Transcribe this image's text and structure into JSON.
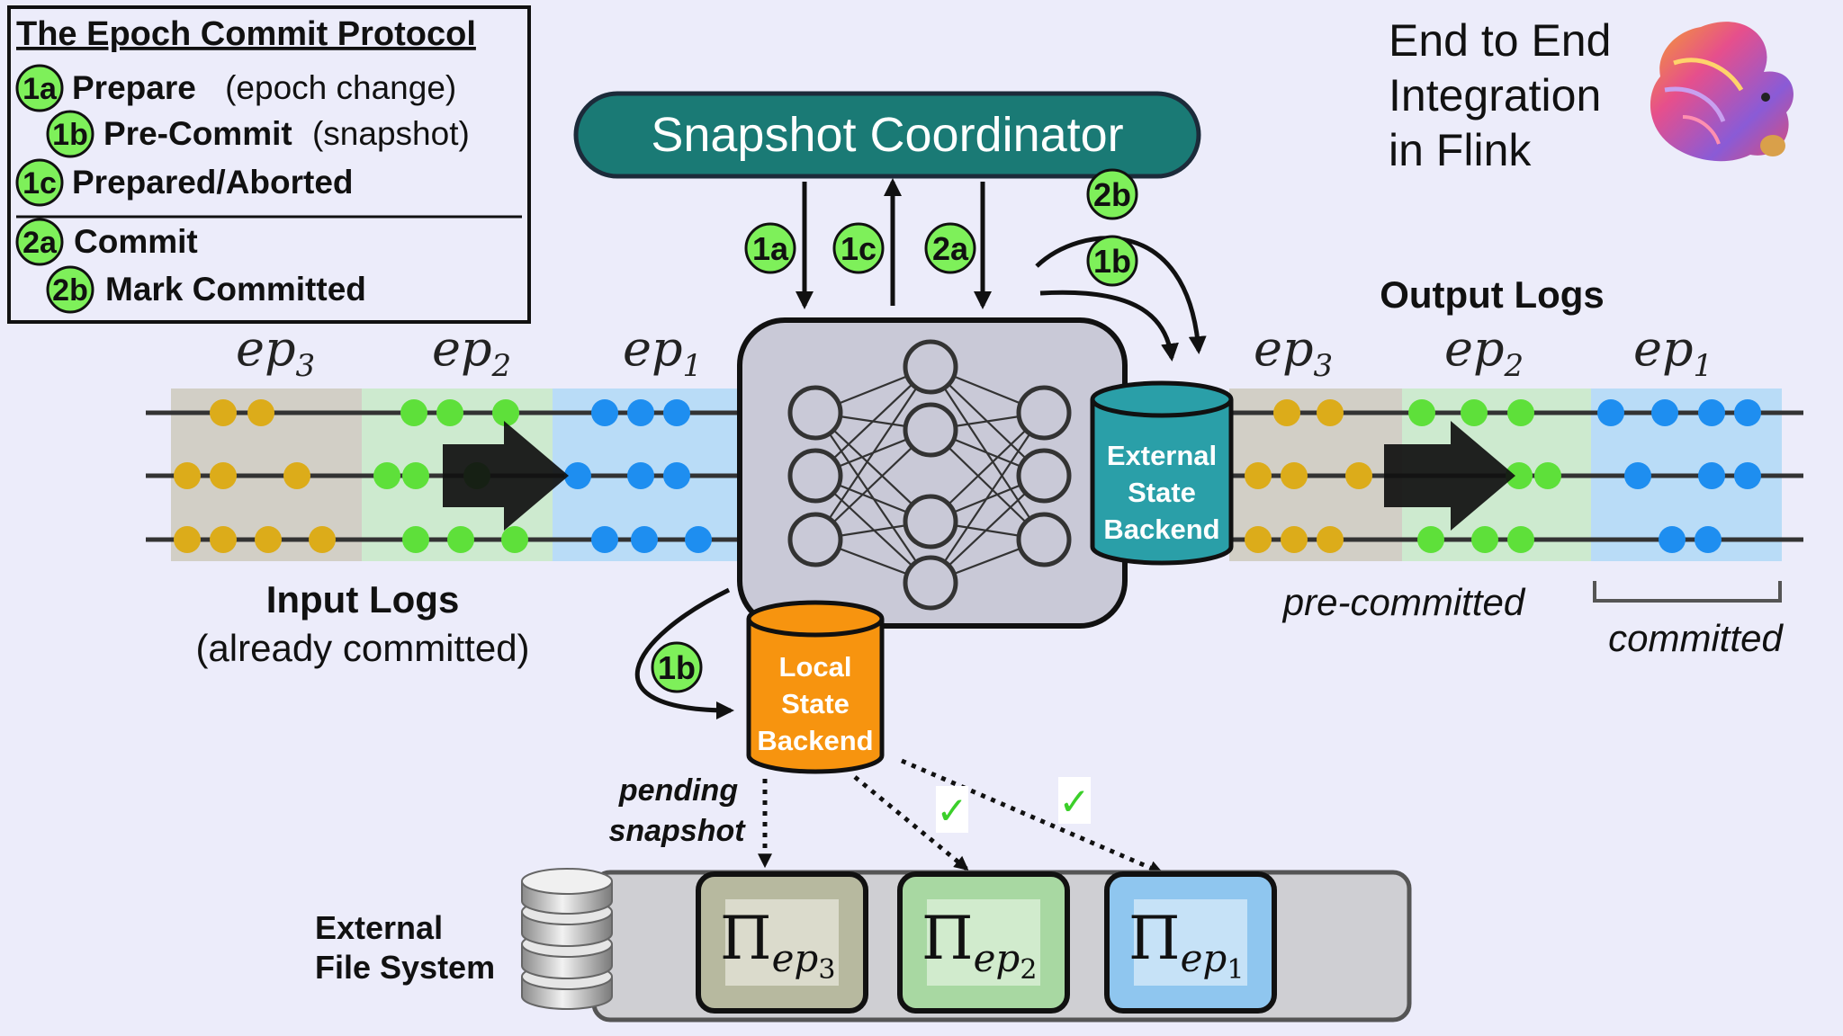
{
  "legend": {
    "title": "The Epoch Commit Protocol",
    "items": [
      {
        "badge": "1a",
        "bold": "Prepare",
        "normal": "(epoch change)"
      },
      {
        "badge": "1b",
        "bold": "Pre-Commit",
        "normal": "(snapshot)"
      },
      {
        "badge": "1c",
        "bold": "Prepared/Aborted",
        "normal": ""
      },
      {
        "badge": "2a",
        "bold": "Commit",
        "normal": ""
      },
      {
        "badge": "2b",
        "bold": "Mark Committed",
        "normal": ""
      }
    ]
  },
  "coordinator": {
    "label": "Snapshot Coordinator"
  },
  "flow_badges": {
    "b1a": "1a",
    "b1c": "1c",
    "b2a": "2a",
    "b2b": "2b",
    "b1b": "1b",
    "b1b_local": "1b"
  },
  "header": {
    "line1": "End to End",
    "line2": "Integration",
    "line3": "in Flink"
  },
  "logo": {
    "name": "flink-squirrel-logo"
  },
  "epochs": {
    "input": [
      {
        "base": "ep",
        "sub": "3"
      },
      {
        "base": "ep",
        "sub": "2"
      },
      {
        "base": "ep",
        "sub": "1"
      }
    ],
    "output": [
      {
        "base": "ep",
        "sub": "3"
      },
      {
        "base": "ep",
        "sub": "2"
      },
      {
        "base": "ep",
        "sub": "1"
      }
    ]
  },
  "input_logs": {
    "title": "Input Logs",
    "subtitle": "(already committed)"
  },
  "output_logs": {
    "title": "Output Logs",
    "pre_committed": "pre-committed",
    "committed": "committed"
  },
  "external_backend": {
    "line1": "External",
    "line2": "State",
    "line3": "Backend"
  },
  "local_backend": {
    "line1": "Local",
    "line2": "State",
    "line3": "Backend"
  },
  "pending": {
    "line1": "pending",
    "line2": "snapshot"
  },
  "checkmarks": [
    "✓",
    "✓"
  ],
  "filesystem": {
    "line1": "External",
    "line2": "File System"
  },
  "snapshots": [
    {
      "symbol": "Π",
      "sub": "ep",
      "subnum": "3"
    },
    {
      "symbol": "Π",
      "sub": "ep",
      "subnum": "2"
    },
    {
      "symbol": "Π",
      "sub": "ep",
      "subnum": "1"
    }
  ],
  "colors": {
    "background": "#ececfa",
    "coordinator": "#1a7a75",
    "badge": "#7ef05a",
    "epoch3": "#dcac1a",
    "epoch2": "#5ee03a",
    "epoch1": "#1e8ef0",
    "external_backend": "#2a9fa8",
    "local_backend": "#f7940f"
  }
}
